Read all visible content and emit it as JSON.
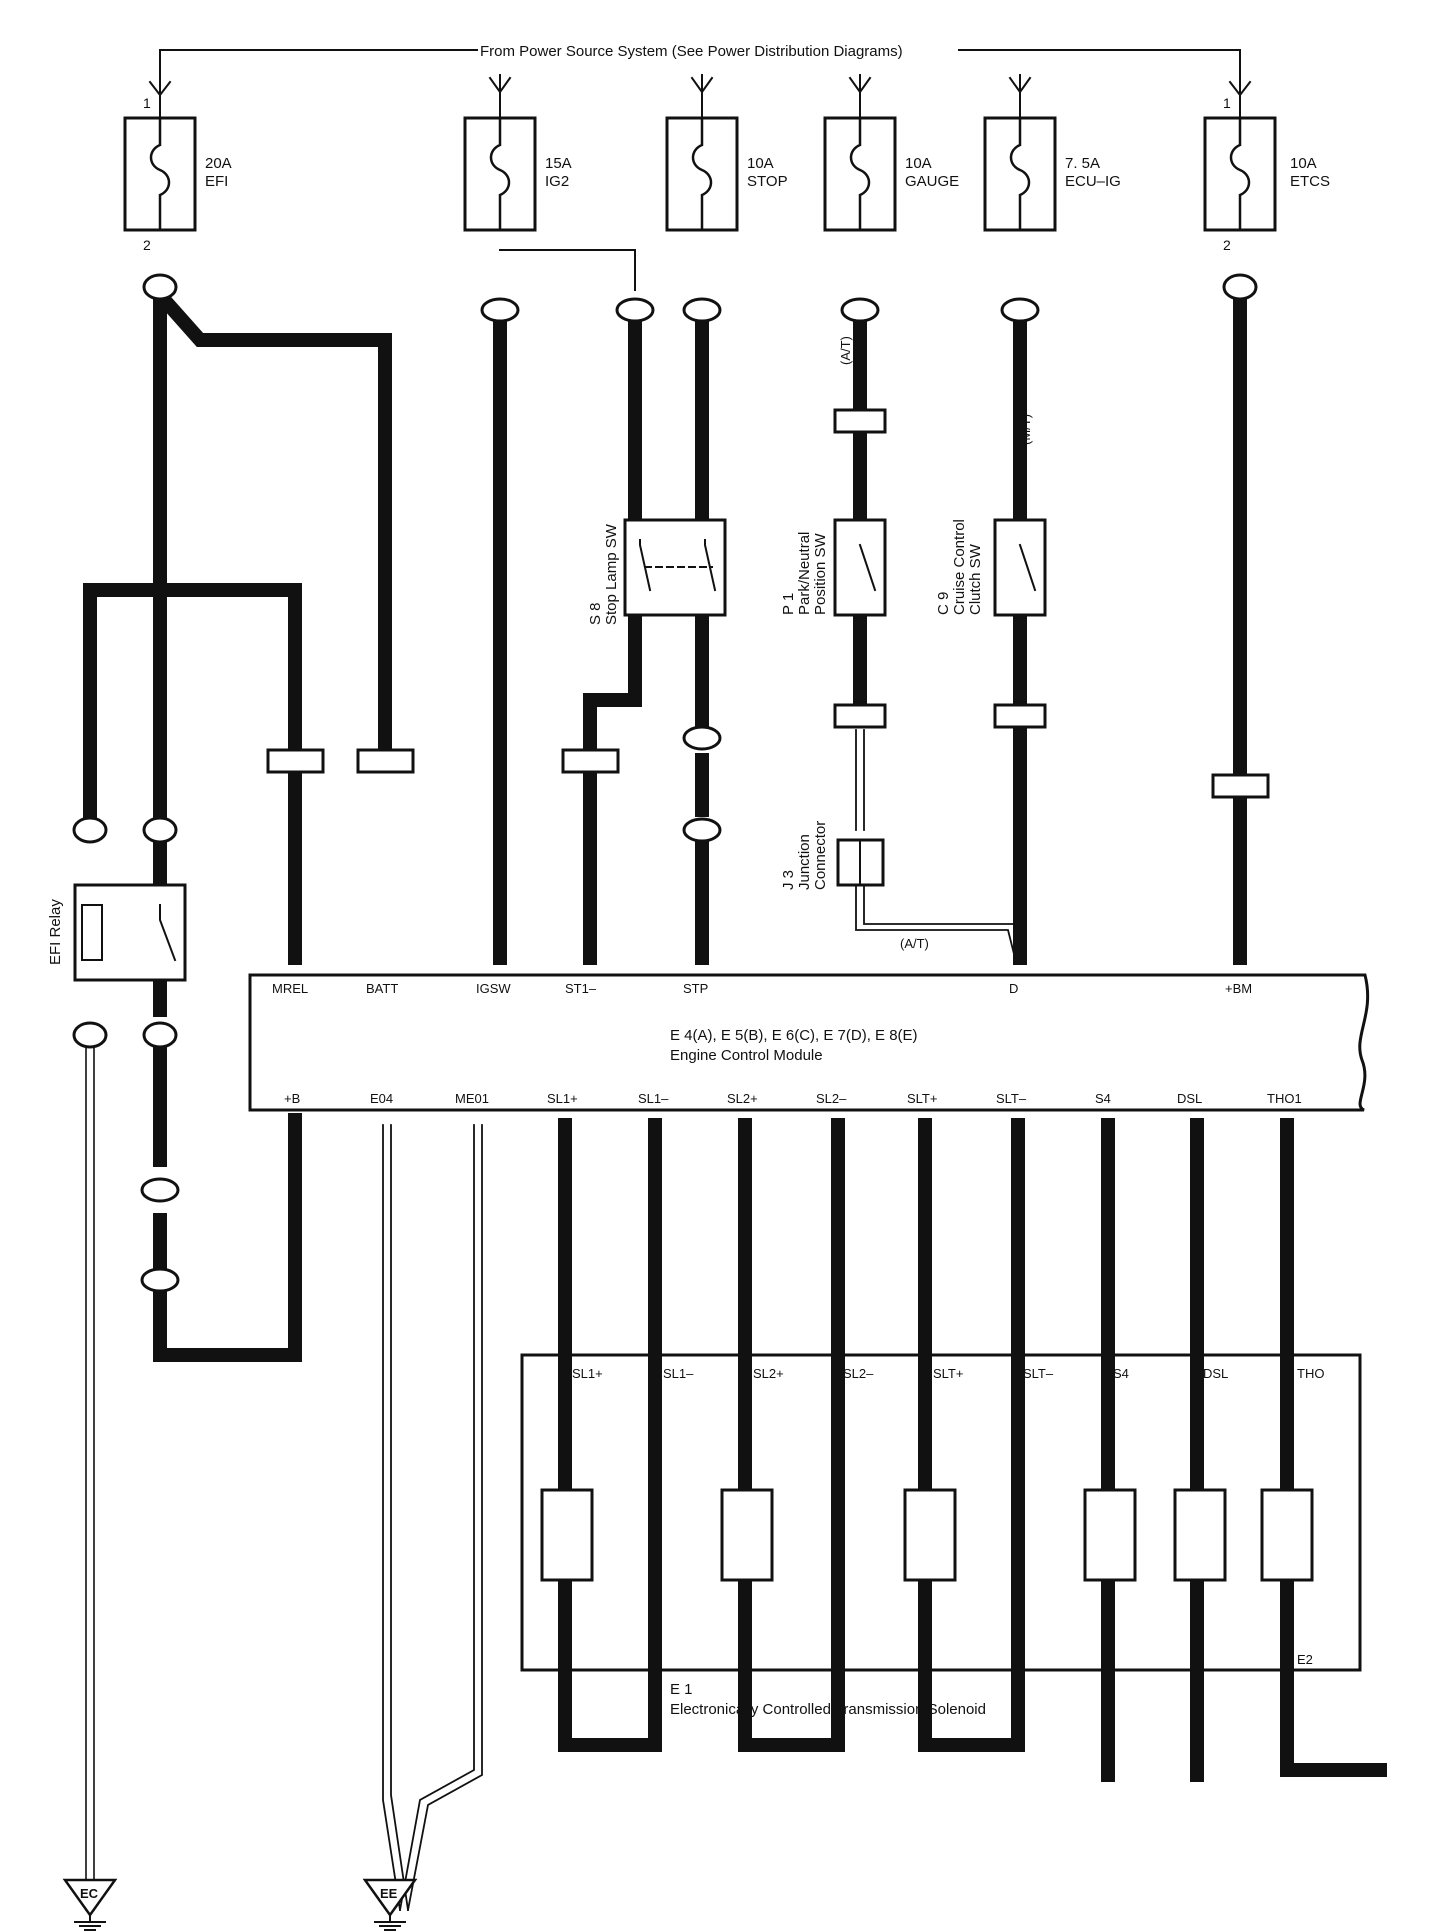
{
  "power_source": "From Power Source System (See Power Distribution Diagrams)",
  "fuses": [
    {
      "amp": "20A",
      "name": "EFI",
      "pin_in": "1",
      "pin_out": "2"
    },
    {
      "amp": "15A",
      "name": "IG2",
      "pin_in": "",
      "pin_out": ""
    },
    {
      "amp": "10A",
      "name": "STOP",
      "pin_in": "",
      "pin_out": ""
    },
    {
      "amp": "10A",
      "name": "GAUGE",
      "pin_in": "",
      "pin_out": ""
    },
    {
      "amp": "7. 5A",
      "name": "ECU–IG",
      "pin_in": "",
      "pin_out": ""
    },
    {
      "amp": "10A",
      "name": "ETCS",
      "pin_in": "1",
      "pin_out": "2"
    }
  ],
  "components": {
    "efi_relay": "EFI Relay",
    "stop_lamp_sw": {
      "ref": "S 8",
      "name": "Stop Lamp SW"
    },
    "pn_sw": {
      "ref": "P 1",
      "name1": "Park/Neutral",
      "name2": "Position SW"
    },
    "cc_sw": {
      "ref": "C 9",
      "name1": "Cruise Control",
      "name2": "Clutch SW"
    },
    "junction": {
      "ref": "J 3",
      "name1": "Junction",
      "name2": "Connector"
    },
    "ecm": {
      "refs": "E 4(A), E 5(B), E 6(C), E 7(D), E 8(E)",
      "name": "Engine Control Module"
    },
    "solenoid": {
      "ref": "E 1",
      "name": "Electronically Controlled Transmission Solenoid"
    }
  },
  "ecm_top_pins": [
    "MREL",
    "BATT",
    "IGSW",
    "ST1–",
    "STP",
    "D",
    "+BM"
  ],
  "ecm_bottom_pins": [
    "+B",
    "E04",
    "ME01",
    "SL1+",
    "SL1–",
    "SL2+",
    "SL2–",
    "SLT+",
    "SLT–",
    "S4",
    "DSL",
    "THO1"
  ],
  "solenoid_pins": [
    "SL1+",
    "SL1–",
    "SL2+",
    "SL2–",
    "SLT+",
    "SLT–",
    "S4",
    "DSL",
    "THO",
    "E2"
  ],
  "grounds": [
    "EC",
    "EE"
  ],
  "notes": {
    "at": "(A/T)",
    "mt": "(M/T)"
  }
}
